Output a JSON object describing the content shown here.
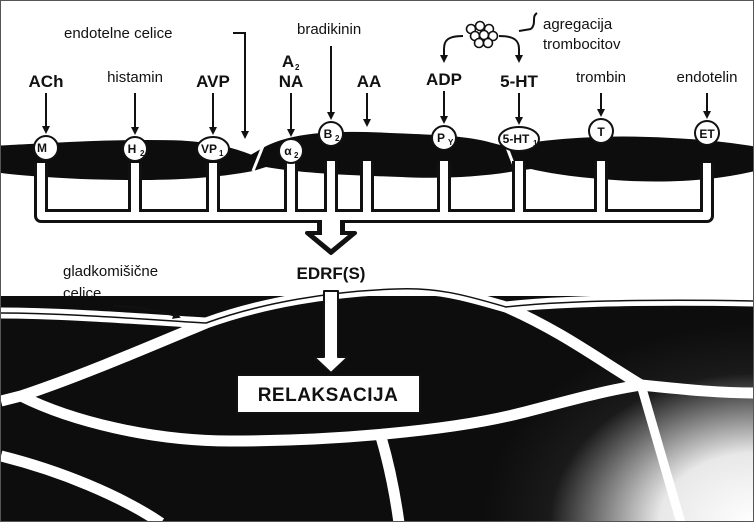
{
  "labels": {
    "endothelial_cells": "endotelne celice",
    "platelet_aggregation_line1": "agregacija",
    "platelet_aggregation_line2": "trombocitov",
    "smooth_muscle_line1": "gladkomišične",
    "smooth_muscle_line2": "celice",
    "edrf": "EDRF(S)",
    "relaxation": "RELAKSACIJA"
  },
  "mediators": [
    {
      "name": "ACh",
      "receptor": "M",
      "receptor_sub": ""
    },
    {
      "name": "histamin",
      "receptor": "H",
      "receptor_sub": "2"
    },
    {
      "name": "AVP",
      "receptor": "VP",
      "receptor_sub": "1"
    },
    {
      "name": "NA",
      "name_prefix": "A",
      "name_prefix_sub": "2",
      "receptor": "α",
      "receptor_sub": "2"
    },
    {
      "name": "bradikinin",
      "receptor": "B",
      "receptor_sub": "2"
    },
    {
      "name": "AA",
      "receptor": "",
      "receptor_sub": ""
    },
    {
      "name": "ADP",
      "receptor": "P",
      "receptor_sub": "Y"
    },
    {
      "name": "5-HT",
      "receptor": "5-HT",
      "receptor_sub": "1"
    },
    {
      "name": "trombin",
      "receptor": "T",
      "receptor_sub": ""
    },
    {
      "name": "endotelin",
      "receptor": "ET",
      "receptor_sub": ""
    }
  ],
  "colors": {
    "cell": "#0d0d0d",
    "line": "#111111",
    "background": "#ffffff"
  }
}
